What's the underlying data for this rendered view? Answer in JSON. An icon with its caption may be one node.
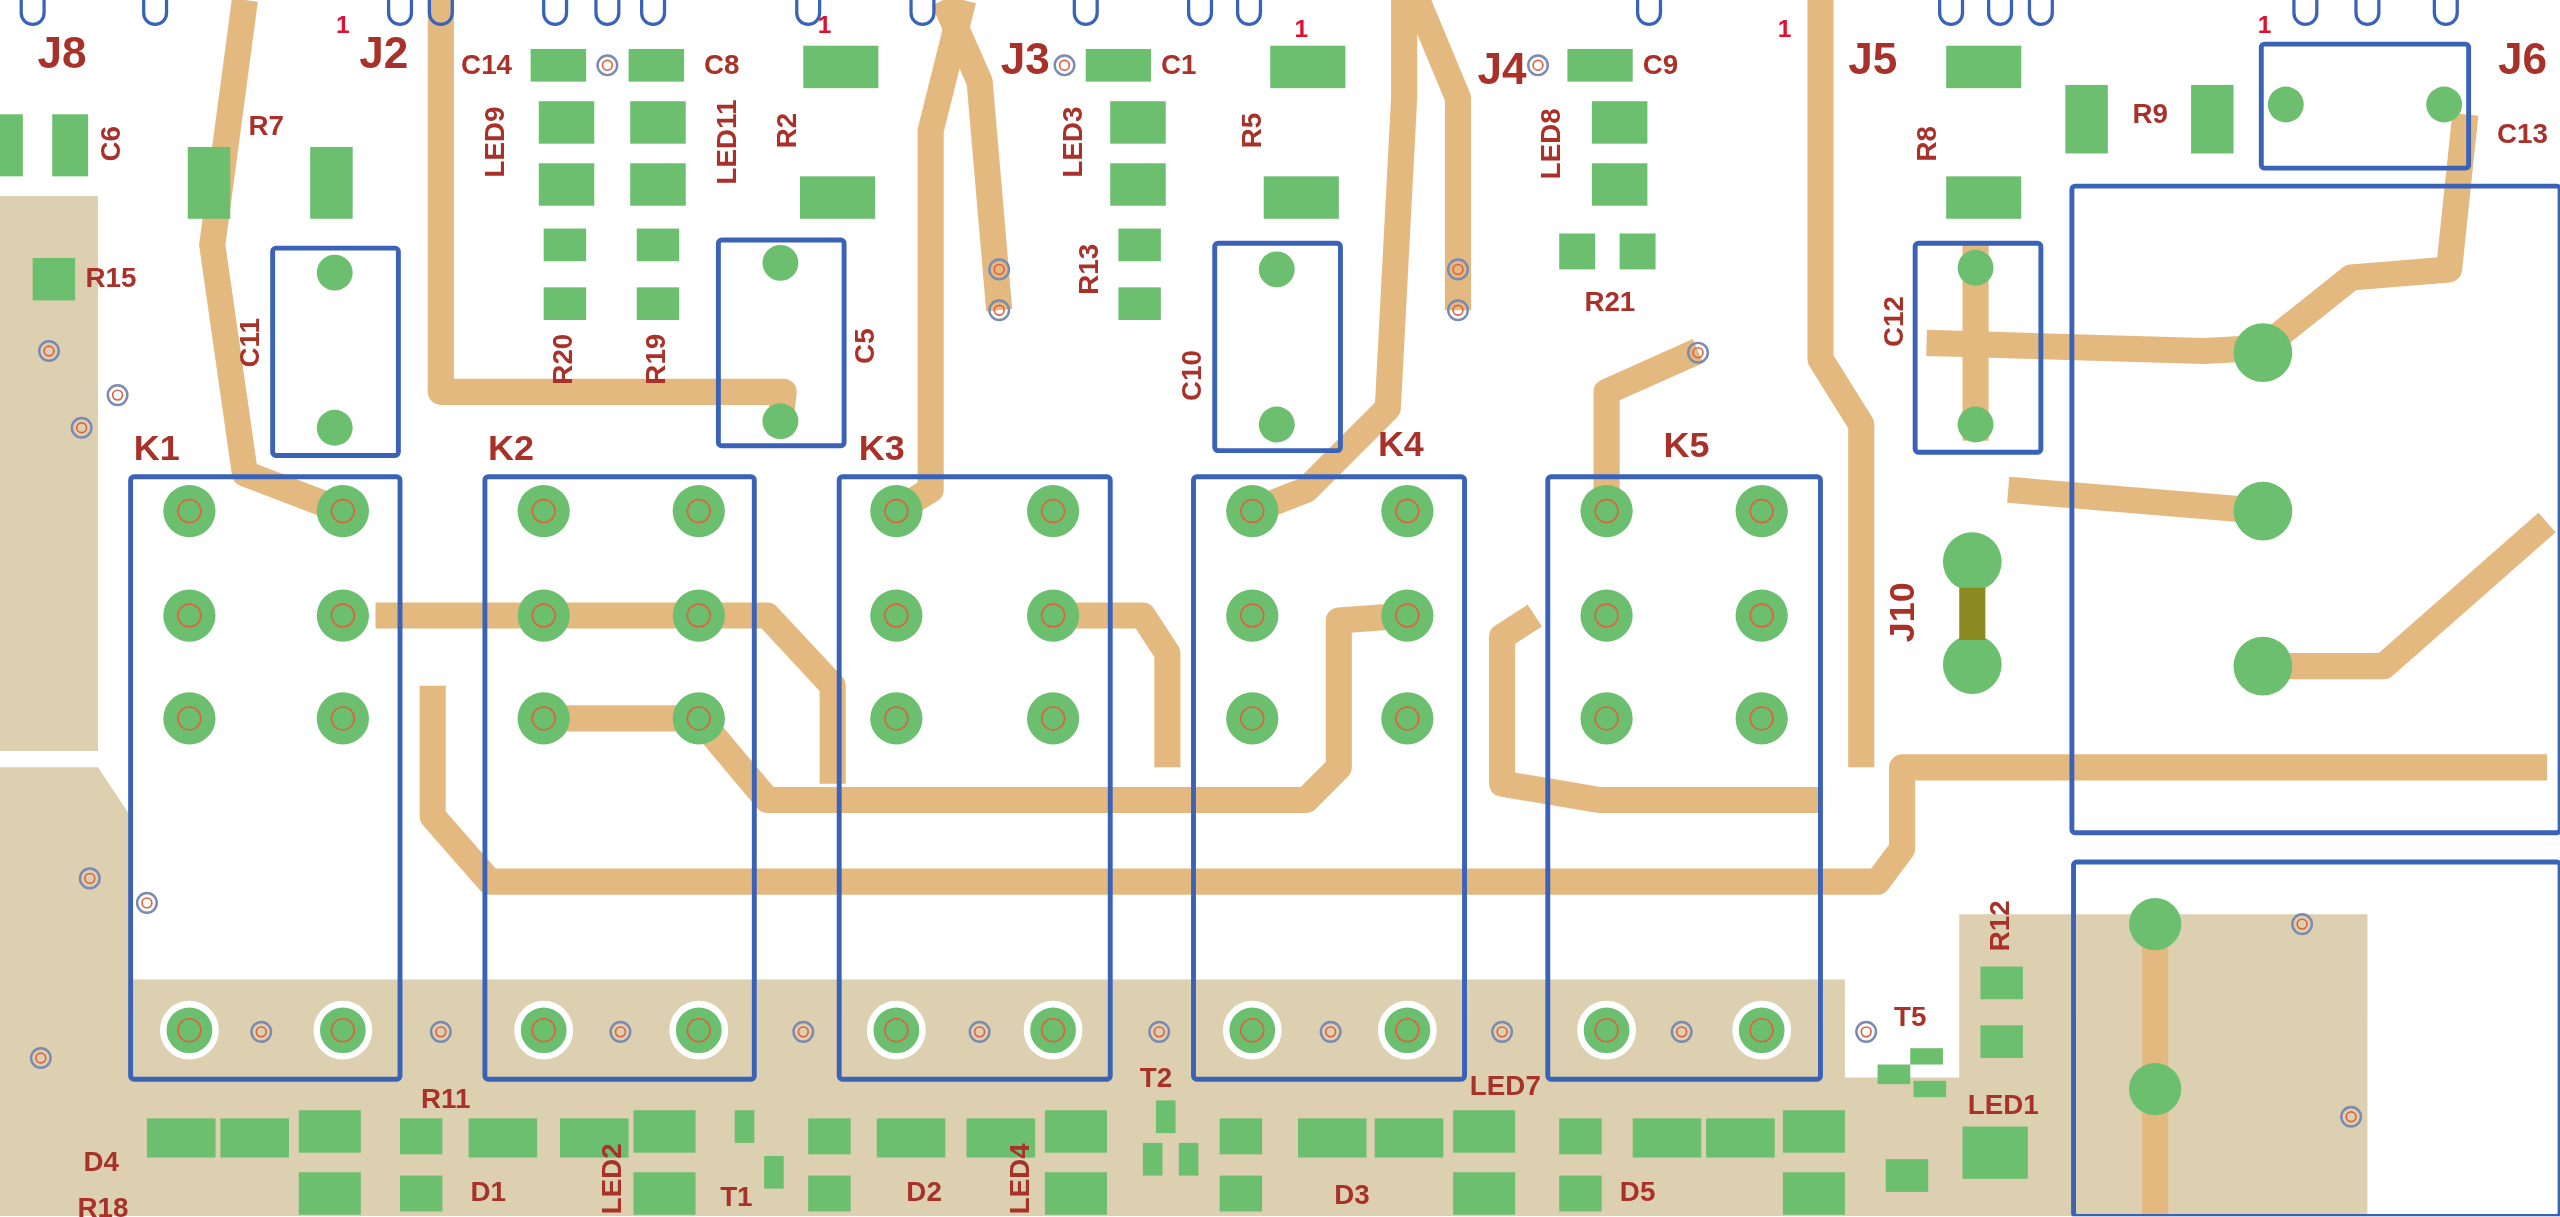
{
  "diagram": {
    "labels": [
      "J8",
      "1",
      "J2",
      "C14",
      "C8",
      "1",
      "J3",
      "C1",
      "1",
      "J4",
      "C9",
      "1",
      "J5",
      "1",
      "J6",
      "R9",
      "R7",
      "C13",
      "C6",
      "LED9",
      "LED11",
      "R2",
      "LED3",
      "R5",
      "LED8",
      "R8",
      "R15",
      "R13",
      "R21",
      "C12",
      "C11",
      "C5",
      "R20",
      "R19",
      "C10",
      "K1",
      "K2",
      "K3",
      "K4",
      "K5",
      "J10",
      "R12",
      "T5",
      "T2",
      "LED7",
      "R11",
      "LED1",
      "D4",
      "D1",
      "LED2",
      "T1",
      "D2",
      "LED4",
      "D3",
      "D5",
      "R18"
    ]
  }
}
